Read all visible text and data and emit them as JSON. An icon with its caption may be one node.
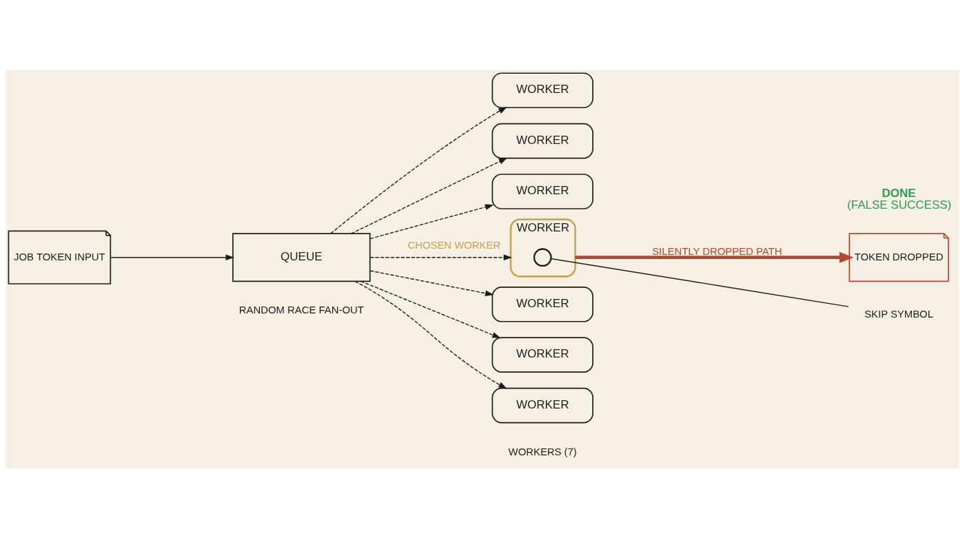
{
  "diagram": {
    "nodes": [
      {
        "text": [
          "JOB TOKEN INPUT"
        ]
      },
      {
        "text": [
          "QUEUE"
        ]
      },
      {
        "text": [
          "WORKER"
        ]
      },
      {
        "text": [
          "WORKER"
        ]
      },
      {
        "text": [
          "WORKER"
        ]
      },
      {
        "text": [
          "WORKER"
        ],
        "beside": [
          "CHOSEN WORKER"
        ]
      },
      {
        "text": [],
        "shape": "circle",
        "in": 5
      },
      {
        "text": [
          "WORKER"
        ]
      },
      {
        "text": [
          "WORKER"
        ]
      },
      {
        "text": [
          "WORKER"
        ]
      },
      {
        "text": [
          "DONE",
          "(FALSE SUCCESS)"
        ]
      },
      {
        "text": [
          "SKIP SYMBOL"
        ]
      },
      {
        "text": [
          "TOKEN DROPPED"
        ]
      }
    ],
    "edges": [
      {
        "from": 0,
        "to": 1,
        "arrow": "to"
      },
      {
        "from": 1,
        "to": 2,
        "arrow": "to",
        "style": "dashed"
      },
      {
        "from": 1,
        "to": 3,
        "arrow": "to",
        "style": "dashed"
      },
      {
        "from": 1,
        "to": 4,
        "arrow": "to",
        "style": "dashed"
      },
      {
        "from": 1,
        "to": 5,
        "arrow": "to",
        "style": "dashed"
      },
      {
        "from": 1,
        "to": 7,
        "arrow": "to",
        "style": "dashed"
      },
      {
        "from": 1,
        "to": 8,
        "arrow": "to",
        "style": "dashed"
      },
      {
        "from": 1,
        "to": 9,
        "arrow": "to",
        "style": "dashed"
      },
      {
        "from": 5,
        "to": 12,
        "arrow": "to",
        "label": "SILENTLY DROPPED PATH",
        "style": "thick",
        "color": "#b5462f"
      },
      {
        "from": 11,
        "to": 6,
        "arrow": "none"
      }
    ],
    "labels": [
      "RANDOM RACE FAN-OUT",
      "WORKERS (7)"
    ]
  }
}
